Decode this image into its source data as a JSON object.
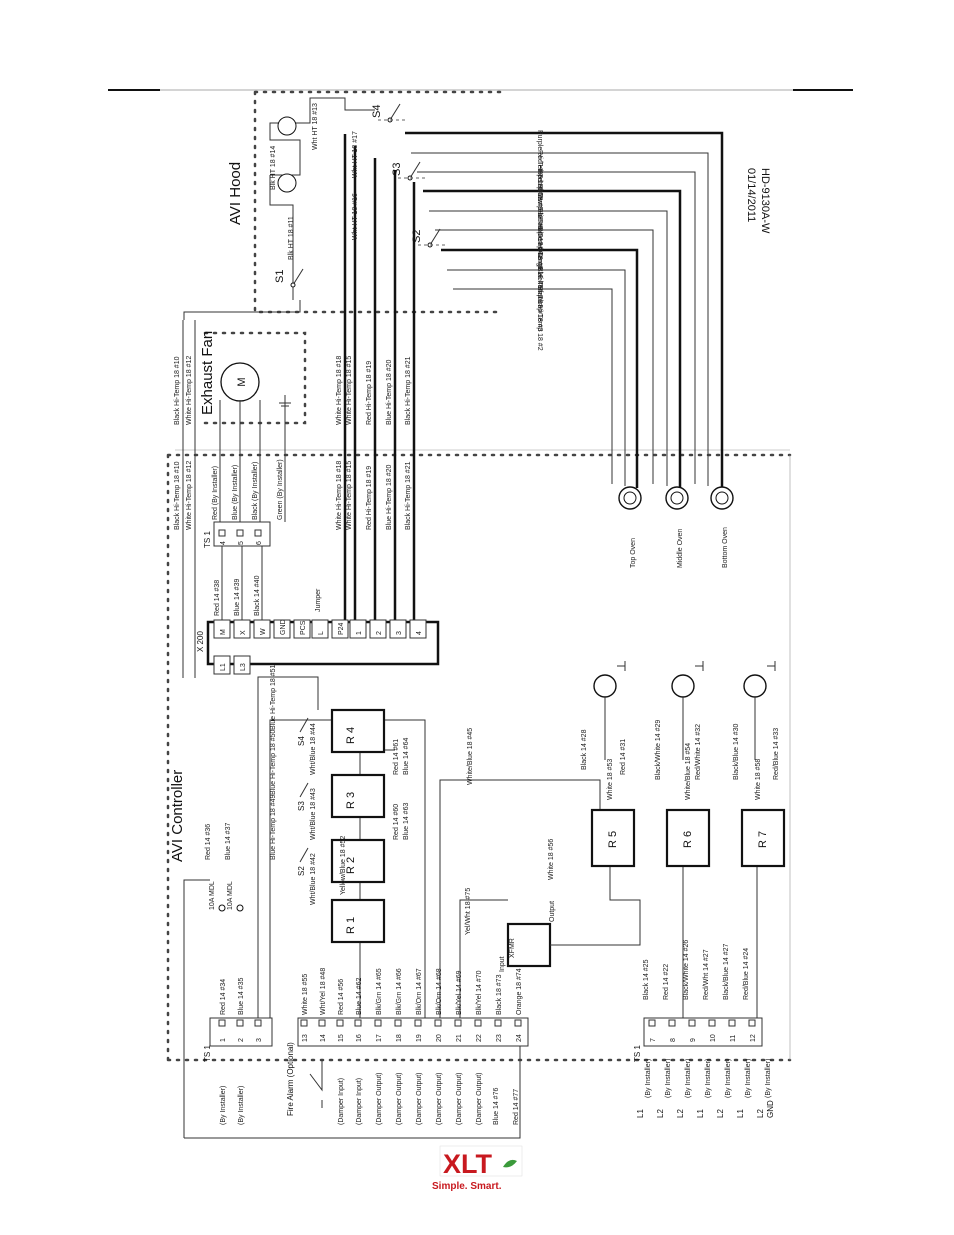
{
  "drawing": {
    "number": "HD-9130A-W",
    "date": "01/14/2011"
  },
  "sections": {
    "hood": "AVI Hood",
    "exhaust_fan": "Exhaust Fan",
    "controller": "AVI Controller",
    "fire_alarm": "Fire Alarm (Optional)"
  },
  "components": {
    "x200": "X 200",
    "ts1": "TS 1",
    "xfmr": "XFMR",
    "xfmr_input": "Input",
    "xfmr_output": "Output",
    "motor": "M",
    "jumper": "Jumper",
    "relays": [
      "R 1",
      "R 2",
      "R 3",
      "R 4",
      "R 5",
      "R 6",
      "R 7"
    ],
    "switches": [
      "S1",
      "S2",
      "S3",
      "S4"
    ],
    "breakers": [
      "10A MDL",
      "10A MDL"
    ],
    "x200_terminals": [
      "L1",
      "L3",
      "M",
      "X",
      "W",
      "GND",
      "PCS",
      "L",
      "P24",
      "1",
      "2",
      "3",
      "4"
    ],
    "ovens": [
      "Top Oven",
      "Middle Oven",
      "Bottom Oven"
    ]
  },
  "hood_wires": [
    "Blk HT 18 #11",
    "Blk HT 18 #14",
    "Wht HT 18 #13",
    "Wht HT 18 #16",
    "Wht HT 18 #17"
  ],
  "oven_wires": [
    "Purple Hi-Temp 18 #7",
    "Red Hi-Temp 18 #9",
    "Red Hi-Temp 18 #8",
    "Brown Hi-Temp 18 #4",
    "Blue Hi-Temp 18 #6",
    "Blue Hi-Temp 18 #5",
    "Orange Hi-Temp 18 #1",
    "Black Hi-Temp 18 #3",
    "Black Hi-Temp 18 #2"
  ],
  "run_wires": [
    "Black Hi-Temp 18 #10",
    "White Hi-Temp 18 #12",
    "White Hi-Temp 18 #18",
    "White Hi-Temp 18 #15",
    "Red Hi-Temp 18 #19",
    "Blue Hi-Temp 18 #20",
    "Black Hi-Temp 18 #21"
  ],
  "fan_wires": [
    "Red (By Installer)",
    "Blue (By Installer)",
    "Black (By Installer)",
    "Green (By Installer)"
  ],
  "x200_wires": [
    "Red 14 #38",
    "Blue 14 #39",
    "Black 14 #40"
  ],
  "ts1_top": {
    "terminals": [
      "4",
      "5",
      "6"
    ]
  },
  "ts1_left": {
    "terminals": [
      "1",
      "2",
      "3",
      "13",
      "14",
      "15",
      "16",
      "17",
      "18",
      "19",
      "20",
      "21",
      "22",
      "23",
      "24"
    ],
    "labels": [
      "(By Installer)",
      "(By Installer)",
      "",
      "",
      "",
      "(Damper Input)",
      "(Damper Input)",
      "(Damper Output)",
      "(Damper Output)",
      "(Damper Output)",
      "(Damper Output)",
      "(Damper Output)",
      "(Damper Output)",
      "",
      ""
    ],
    "wires": [
      "Red 14 #34",
      "Blue 14 #35",
      "",
      "White 18 #55",
      "Wht/Yel 18 #48",
      "Red 14 #56",
      "Blue 14 #62",
      "Blk/Grn 14 #65",
      "Blk/Grn 14 #66",
      "Blk/Orn 14 #67",
      "Blk/Orn 14 #68",
      "Blk/Yel 14 #69",
      "Blk/Yel 14 #70",
      "Black 18 #73",
      "Orange 18 #74"
    ],
    "lower_wires": [
      "Blue 14 #76",
      "Red 14 #77"
    ]
  },
  "ts1_bottom": {
    "terminals": [
      "7",
      "8",
      "9",
      "10",
      "11",
      "12"
    ],
    "phases": [
      "L1",
      "L2",
      "L2",
      "L1",
      "L2",
      "L1",
      "L2"
    ],
    "installer": [
      "(By Installer)",
      "(By Installer)",
      "(By Installer)",
      "(By Installer)",
      "(By Installer)",
      "(By Installer)",
      "(By Installer)"
    ],
    "gnd": "GND",
    "wires": [
      "Black 14 #25",
      "Red 14 #22",
      "Black/White 14 #26",
      "Red/Wht 14 #27",
      "Black/Blue 14 #27",
      "Red/Blue 14 #24"
    ]
  },
  "controller_wires": [
    "Red 14 #36",
    "Blue 14 #37",
    "Blue Hi-Temp 18 #49",
    "Blue Hi-Temp 18 #50",
    "Blue Hi-Temp 18 #51",
    "Wht/Blue 18 #42",
    "Wht/Blue 18 #43",
    "Wht/Blue 18 #44",
    "Yellow/Blue 18 #52",
    "White/Blue 18 #45",
    "White 18 #56",
    "Yel/Wht 18 #75",
    "Blue 14 #63",
    "Blue 14 #64",
    "Red 14 #60",
    "Red 14 #61",
    "Black 14 #28",
    "Red 14 #31",
    "Black/White 14 #29",
    "Red/White 14 #32",
    "Black/Blue 14 #30",
    "Red/Blue 14 #33",
    "White 18 #53",
    "White/Blue 18 #54",
    "White 18 #58"
  ],
  "logo": {
    "word": "XLT",
    "tagline": "Simple. Smart."
  }
}
